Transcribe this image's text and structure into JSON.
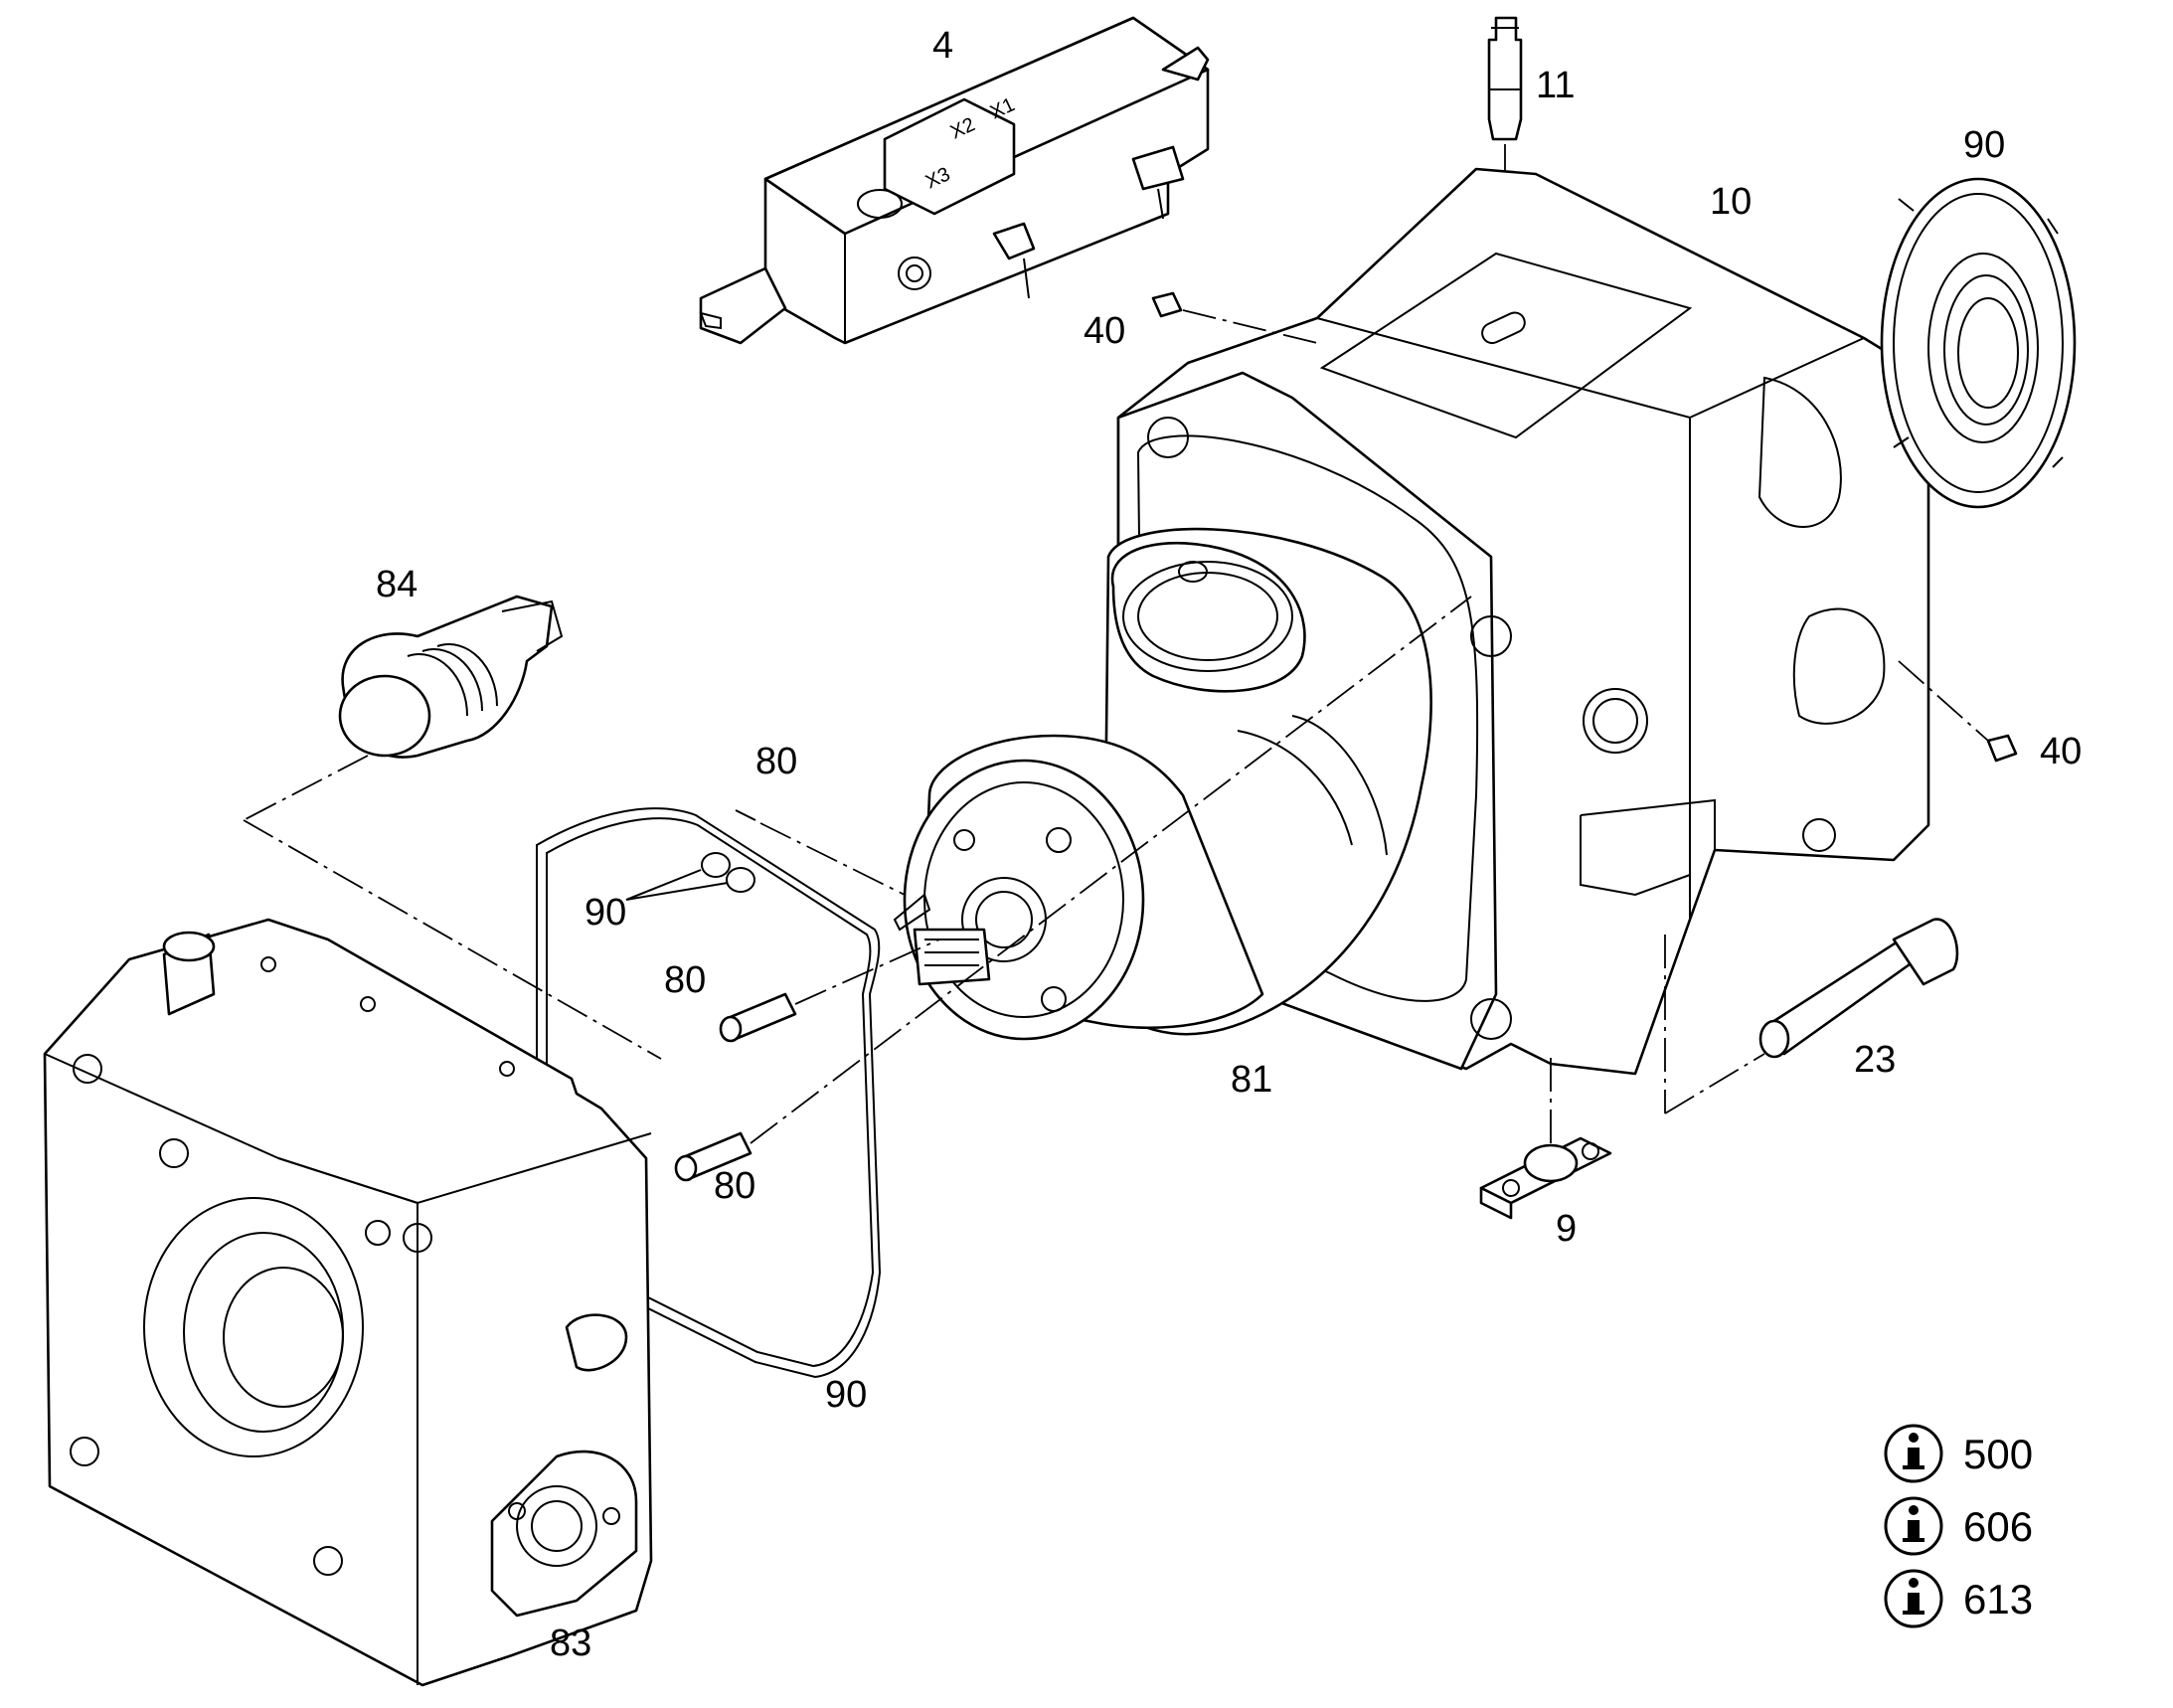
{
  "callouts": [
    {
      "id": "c4",
      "label": "4"
    },
    {
      "id": "c11",
      "label": "11"
    },
    {
      "id": "c10",
      "label": "10"
    },
    {
      "id": "c90a",
      "label": "90"
    },
    {
      "id": "c40a",
      "label": "40"
    },
    {
      "id": "c84",
      "label": "84"
    },
    {
      "id": "c40b",
      "label": "40"
    },
    {
      "id": "c80a",
      "label": "80"
    },
    {
      "id": "c90b",
      "label": "90"
    },
    {
      "id": "c80b",
      "label": "80"
    },
    {
      "id": "c81",
      "label": "81"
    },
    {
      "id": "c23",
      "label": "23"
    },
    {
      "id": "c80c",
      "label": "80"
    },
    {
      "id": "c9",
      "label": "9"
    },
    {
      "id": "c90c",
      "label": "90"
    },
    {
      "id": "c83",
      "label": "83"
    }
  ],
  "info_refs": [
    {
      "icon": "info-icon",
      "number": "500"
    },
    {
      "icon": "info-icon",
      "number": "606"
    },
    {
      "icon": "info-icon",
      "number": "613"
    }
  ],
  "valve_block_markings": {
    "port_a": "X2",
    "port_b": "X1",
    "port_c": "X3"
  },
  "colors": {
    "line": "#000000",
    "background": "#ffffff"
  }
}
